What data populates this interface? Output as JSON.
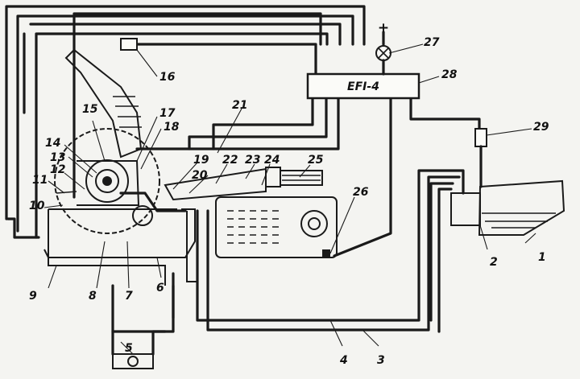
{
  "ecu": {
    "label": "EFI-4"
  },
  "power": {
    "symbol": "+"
  },
  "labels": {
    "n1": "1",
    "n2": "2",
    "n3": "3",
    "n4": "4",
    "n5": "5",
    "n6": "6",
    "n7": "7",
    "n8": "8",
    "n9": "9",
    "n10": "10",
    "n11": "11",
    "n12": "12",
    "n13": "13",
    "n14": "14",
    "n15": "15",
    "n16": "16",
    "n17": "17",
    "n18": "18",
    "n19": "19",
    "n20": "20",
    "n21": "21",
    "n22": "22",
    "n23": "23",
    "n24": "24",
    "n25": "25",
    "n26": "26",
    "n27": "27",
    "n28": "28",
    "n29": "29"
  }
}
